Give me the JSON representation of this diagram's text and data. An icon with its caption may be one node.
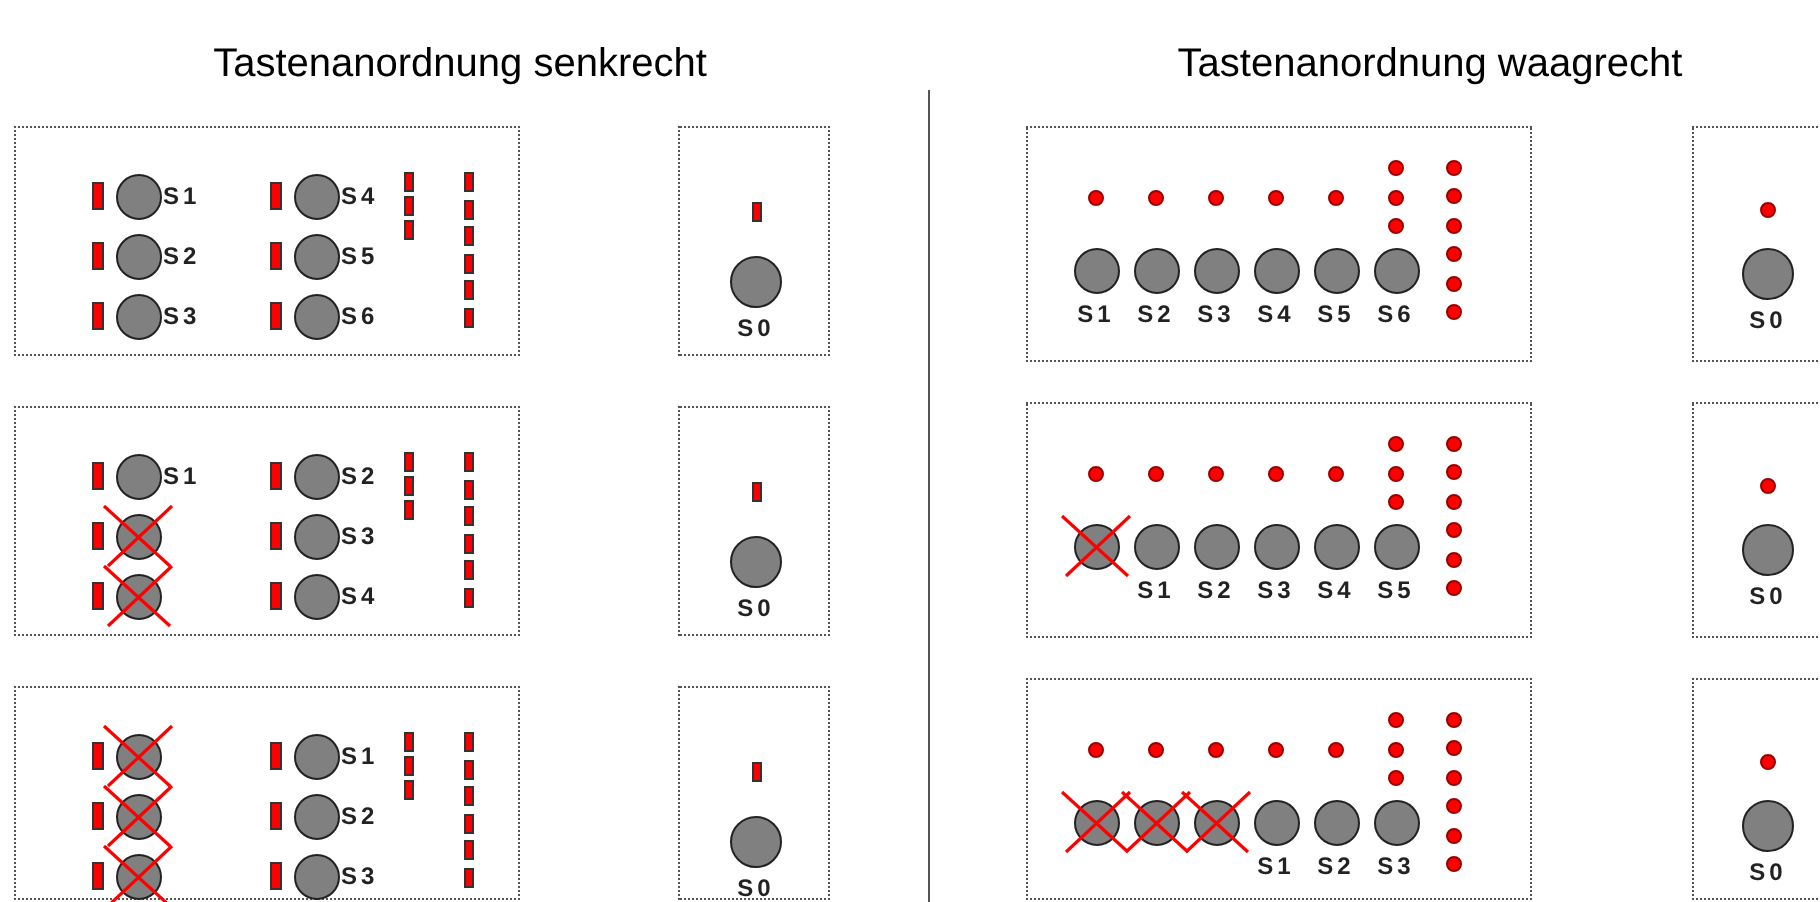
{
  "diagram": {
    "nodes": [
      {
        "text": [],
        "shape": "box"
      },
      {
        "text": [],
        "shape": "circle",
        "in": 0,
        "beside": [
          "S1"
        ]
      },
      {
        "text": [],
        "shape": "circle",
        "in": 0,
        "beside": [
          "S2"
        ]
      },
      {
        "text": [],
        "shape": "circle",
        "in": 0,
        "beside": [
          "S3"
        ]
      },
      {
        "text": [],
        "shape": "circle",
        "in": 0,
        "beside": [
          "S4"
        ]
      },
      {
        "text": [],
        "shape": "circle",
        "in": 0,
        "beside": [
          "S5"
        ]
      },
      {
        "text": [],
        "shape": "circle",
        "in": 0,
        "beside": [
          "S6"
        ]
      },
      {
        "text": [],
        "shape": "box"
      },
      {
        "text": [],
        "shape": "circle",
        "in": 7,
        "beside": [
          "S0"
        ]
      },
      {
        "text": [],
        "shape": "box"
      },
      {
        "text": [],
        "shape": "circle",
        "in": 9,
        "beside": [
          "S1"
        ]
      },
      {
        "text": [],
        "shape": "circle",
        "in": 9
      },
      {
        "text": [],
        "shape": "circle",
        "in": 9
      },
      {
        "text": [],
        "shape": "circle",
        "in": 9,
        "beside": [
          "S2"
        ]
      },
      {
        "text": [],
        "shape": "circle",
        "in": 9,
        "beside": [
          "S3"
        ]
      },
      {
        "text": [],
        "shape": "circle",
        "in": 9,
        "beside": [
          "S4"
        ]
      },
      {
        "text": [],
        "shape": "box"
      },
      {
        "text": [],
        "shape": "circle",
        "in": 16,
        "beside": [
          "S0"
        ]
      },
      {
        "text": [],
        "shape": "box"
      },
      {
        "text": [],
        "shape": "circle",
        "in": 18
      },
      {
        "text": [],
        "shape": "circle",
        "in": 18
      },
      {
        "text": [],
        "shape": "circle",
        "in": 18
      },
      {
        "text": [],
        "shape": "circle",
        "in": 18,
        "beside": [
          "S1"
        ]
      },
      {
        "text": [],
        "shape": "circle",
        "in": 18,
        "beside": [
          "S2"
        ]
      },
      {
        "text": [],
        "shape": "circle",
        "in": 18,
        "beside": [
          "S3"
        ]
      },
      {
        "text": [],
        "shape": "box"
      },
      {
        "text": [],
        "shape": "circle",
        "in": 25,
        "beside": [
          "S0"
        ]
      },
      {
        "text": [],
        "shape": "box"
      },
      {
        "text": [],
        "shape": "circle",
        "in": 27,
        "beside": [
          "S1"
        ]
      },
      {
        "text": [],
        "shape": "circle",
        "in": 27,
        "beside": [
          "S2"
        ]
      },
      {
        "text": [],
        "shape": "circle",
        "in": 27,
        "beside": [
          "S3"
        ]
      },
      {
        "text": [],
        "shape": "circle",
        "in": 27,
        "beside": [
          "S4"
        ]
      },
      {
        "text": [],
        "shape": "circle",
        "in": 27,
        "beside": [
          "S5"
        ]
      },
      {
        "text": [],
        "shape": "circle",
        "in": 27,
        "beside": [
          "S6"
        ]
      },
      {
        "text": [],
        "shape": "box"
      },
      {
        "text": [],
        "shape": "circle",
        "in": 34,
        "beside": [
          "S0"
        ]
      },
      {
        "text": [],
        "shape": "box"
      },
      {
        "text": [],
        "shape": "circle",
        "in": 36
      },
      {
        "text": [],
        "shape": "circle",
        "in": 36,
        "beside": [
          "S1"
        ]
      },
      {
        "text": [],
        "shape": "circle",
        "in": 36,
        "beside": [
          "S2"
        ]
      },
      {
        "text": [],
        "shape": "circle",
        "in": 36,
        "beside": [
          "S3"
        ]
      },
      {
        "text": [],
        "shape": "circle",
        "in": 36,
        "beside": [
          "S4"
        ]
      },
      {
        "text": [],
        "shape": "circle",
        "in": 36,
        "beside": [
          "S5"
        ]
      },
      {
        "text": [],
        "shape": "box"
      },
      {
        "text": [],
        "shape": "circle",
        "in": 43,
        "beside": [
          "S0"
        ]
      },
      {
        "text": [],
        "shape": "box"
      },
      {
        "text": [],
        "shape": "circle",
        "in": 45
      },
      {
        "text": [],
        "shape": "circle",
        "in": 45
      },
      {
        "text": [],
        "shape": "circle",
        "in": 45
      },
      {
        "text": [],
        "shape": "circle",
        "in": 45,
        "beside": [
          "S1"
        ]
      },
      {
        "text": [],
        "shape": "circle",
        "in": 45,
        "beside": [
          "S2"
        ]
      },
      {
        "text": [],
        "shape": "circle",
        "in": 45,
        "beside": [
          "S3"
        ]
      },
      {
        "text": [],
        "shape": "box"
      },
      {
        "text": [],
        "shape": "circle",
        "in": 52,
        "beside": [
          "S0"
        ]
      }
    ],
    "labels": [
      "Tastenanordnung senkrecht",
      "Tastenanordnung waagrecht"
    ]
  }
}
